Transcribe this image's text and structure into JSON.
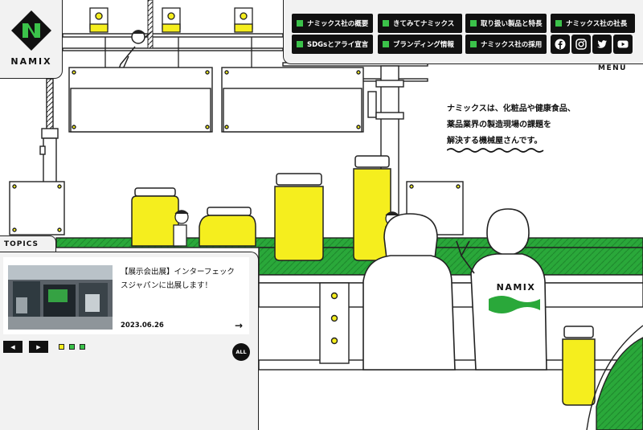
{
  "brand": {
    "logo_text": "NAMIX",
    "accent": "#3bc24a",
    "yellow": "#f5ee1e",
    "dark": "#111111"
  },
  "nav": {
    "items": [
      {
        "label": "ナミックス社の概要"
      },
      {
        "label": "きてみてナミックス"
      },
      {
        "label": "取り扱い製品と特長"
      },
      {
        "label": "ナミックス社の社長"
      },
      {
        "label": "SDGsとアライ宣言"
      },
      {
        "label": "ブランディング情報"
      },
      {
        "label": "ナミックス社の採用"
      }
    ],
    "social": [
      "facebook-icon",
      "instagram-icon",
      "twitter-icon",
      "youtube-icon"
    ],
    "menu_label": "MENU"
  },
  "tagline": {
    "lines": [
      "ナミックスは、化粧品や健康食品、",
      "薬品業界の製造現場の課題を",
      "解決する機械屋さんです。"
    ]
  },
  "scene": {
    "shirt_text": "NAMIX"
  },
  "topics": {
    "label": "TOPICS",
    "item": {
      "title": "【展示会出展】インターフェックスジャパンに出展します！",
      "date": "2023.06.26",
      "arrow": "→"
    },
    "prev": "◀",
    "next": "▶",
    "all": "ALL"
  }
}
